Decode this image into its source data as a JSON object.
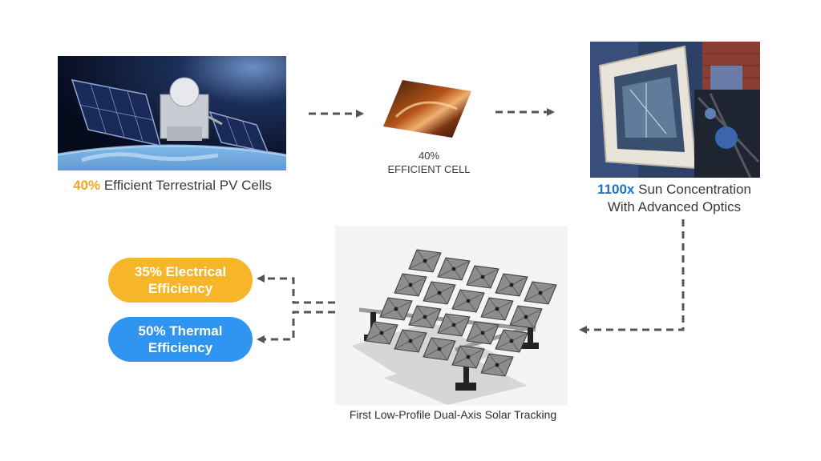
{
  "satellite": {
    "label_highlight": "40%",
    "label_rest": " Efficient Terrestrial PV Cells",
    "highlight_color": "#f5a623"
  },
  "cell": {
    "line1": "40%",
    "line2": "EFFICIENT CELL"
  },
  "optics": {
    "label_highlight": "1100x",
    "label_rest": " Sun Concentration",
    "line2": "With Advanced Optics",
    "highlight_color": "#1f6fc5"
  },
  "tracker": {
    "caption": "First Low-Profile Dual-Axis Solar Tracking"
  },
  "outputs": [
    {
      "line1": "35% Electrical",
      "line2": "Efficiency",
      "color": "#f7b52a"
    },
    {
      "line1": "50% Thermal",
      "line2": "Efficiency",
      "color": "#2f95f0"
    }
  ]
}
